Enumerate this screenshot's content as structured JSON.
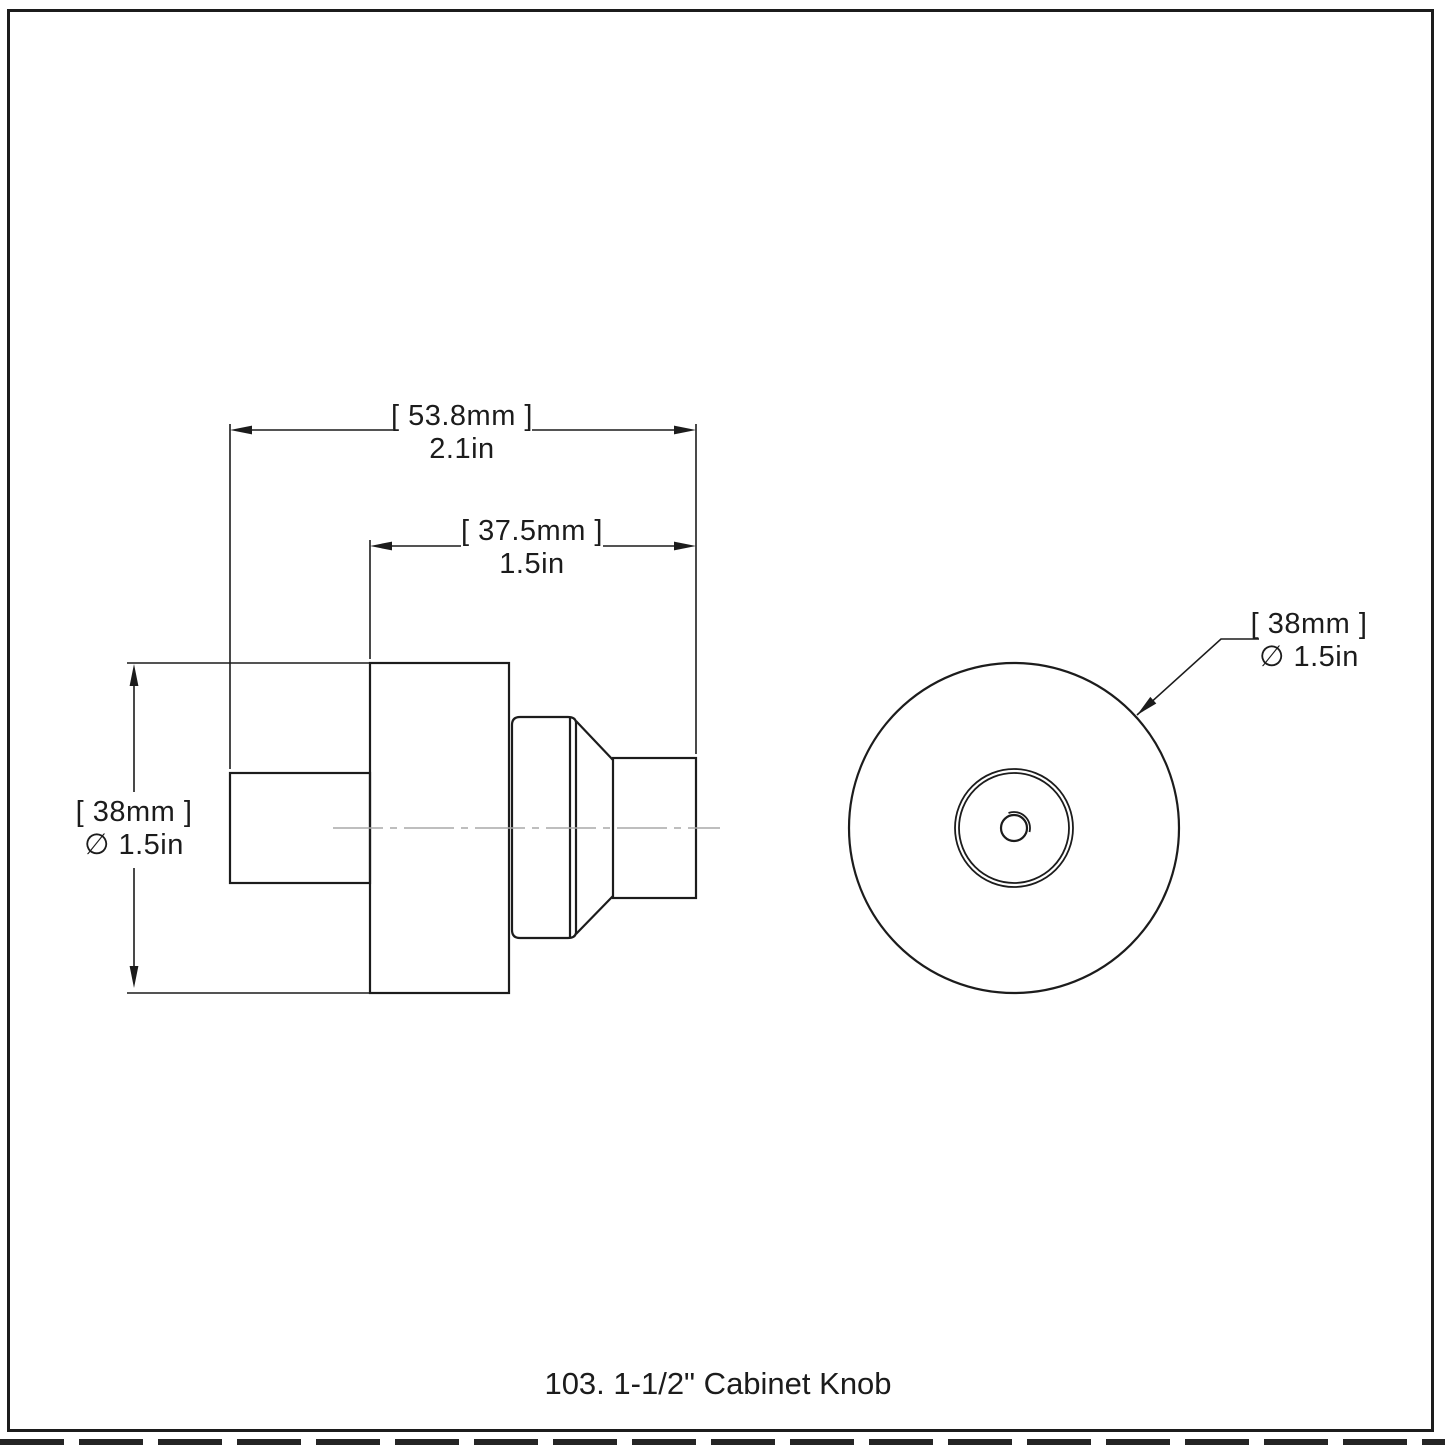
{
  "drawing": {
    "product_title": "103. 1-1/2\" Cabinet Knob",
    "colors": {
      "line": "#1c1c1c",
      "centerline": "#a8a8a8",
      "background": "#ffffff"
    },
    "dimensions": {
      "overall_length": {
        "metric": "[ 53.8mm ]",
        "imperial": "2.1in"
      },
      "knob_projection": {
        "metric": "[ 37.5mm ]",
        "imperial": "1.5in"
      },
      "knob_diameter_side": {
        "metric": "[ 38mm ]",
        "imperial": "∅ 1.5in"
      },
      "knob_diameter_front": {
        "metric": "[ 38mm ]",
        "imperial": "∅ 1.5in"
      }
    }
  }
}
